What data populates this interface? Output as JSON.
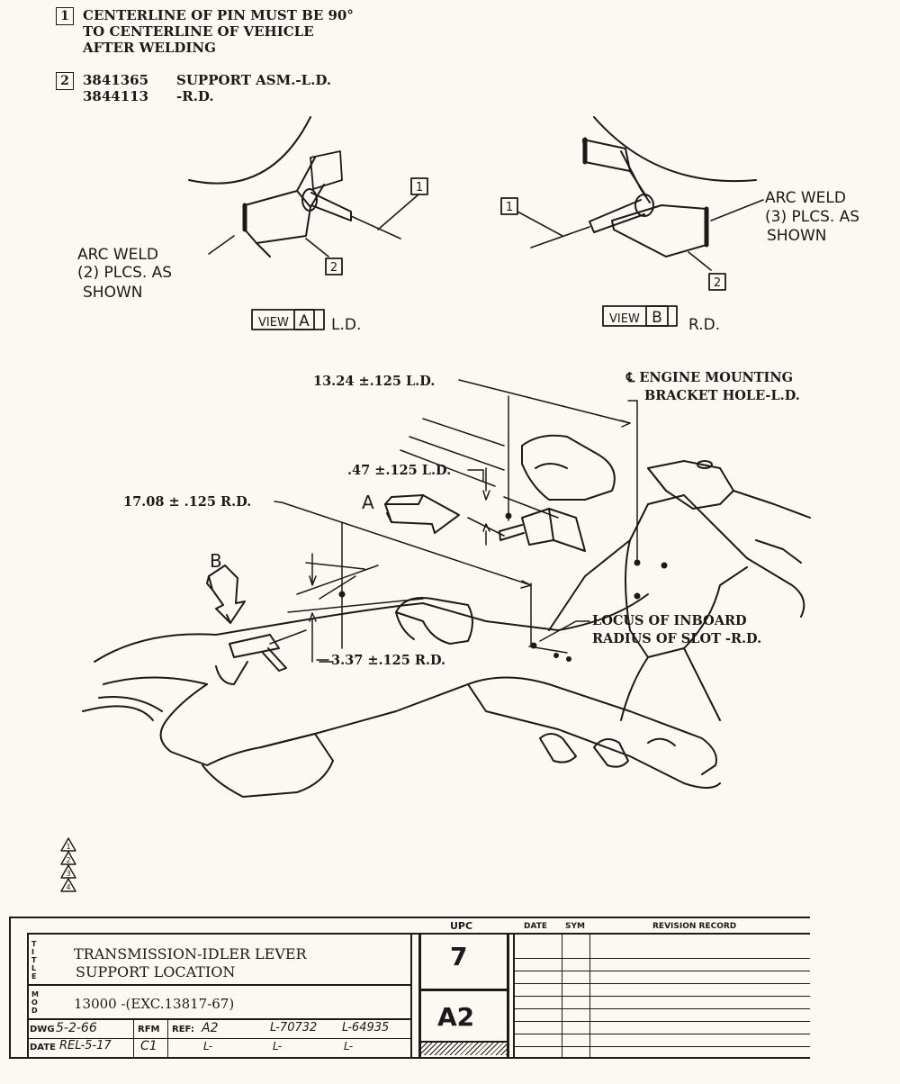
{
  "notes": {
    "note1": {
      "num": "1",
      "lines": [
        "CENTERLINE OF PIN MUST BE 90°",
        "TO CENTERLINE OF VEHICLE",
        "AFTER WELDING"
      ]
    },
    "note2": {
      "num": "2",
      "part1": "3841365",
      "desc1": "SUPPORT ASM.-L.D.",
      "part2": "3844113",
      "desc2": "-R.D."
    }
  },
  "view_a": {
    "weld_lines": [
      "ARC WELD",
      "(2) PLCS. AS",
      "SHOWN"
    ],
    "view_word": "VIEW",
    "view_letter": "A",
    "side": "L.D.",
    "callout1": "1",
    "callout2": "2"
  },
  "view_b": {
    "weld_lines": [
      "ARC WELD",
      "(3) PLCS. AS",
      "SHOWN"
    ],
    "view_word": "VIEW",
    "view_letter": "B",
    "side": "R.D.",
    "callout1": "1",
    "callout2": "2"
  },
  "main": {
    "dim_1324": "13.24 ±.125 L.D.",
    "dim_047": ".47 ±.125 L.D.",
    "dim_1708": "17.08 ± .125 R.D.",
    "dim_337": "3.37 ±.125  R.D.",
    "engine_lines": [
      "℄ ENGINE MOUNTING",
      "BRACKET HOLE-L.D."
    ],
    "locus_lines": [
      "LOCUS OF INBOARD",
      "RADIUS OF SLOT -R.D."
    ],
    "arrow_a": "A",
    "arrow_b": "B"
  },
  "revision_marks": [
    "1",
    "2",
    "3",
    "4"
  ],
  "title_block": {
    "upc_header": "UPC",
    "date_header": "DATE",
    "sym_header": "SYM",
    "rev_header": "REVISION RECORD",
    "title_tag": "TITLE",
    "title_line1": "TRANSMISSION-IDLER LEVER",
    "title_line2": "SUPPORT LOCATION",
    "mod_tag": "MOD",
    "model": "13000 -(EXC.13817-67)",
    "upc_value": "7",
    "section_value": "A2",
    "dwg_label": "DWG",
    "dwg_value": "5-2-66",
    "date_label": "DATE",
    "date_value": "REL-5-17",
    "rfm_label": "RFM",
    "rfm_value": "C1",
    "ref_label": "REF:",
    "ref_value": "A2",
    "l1": "L-70732",
    "l2": "L-64935",
    "l3": "L-",
    "l4": "L-",
    "l5": "L-"
  }
}
